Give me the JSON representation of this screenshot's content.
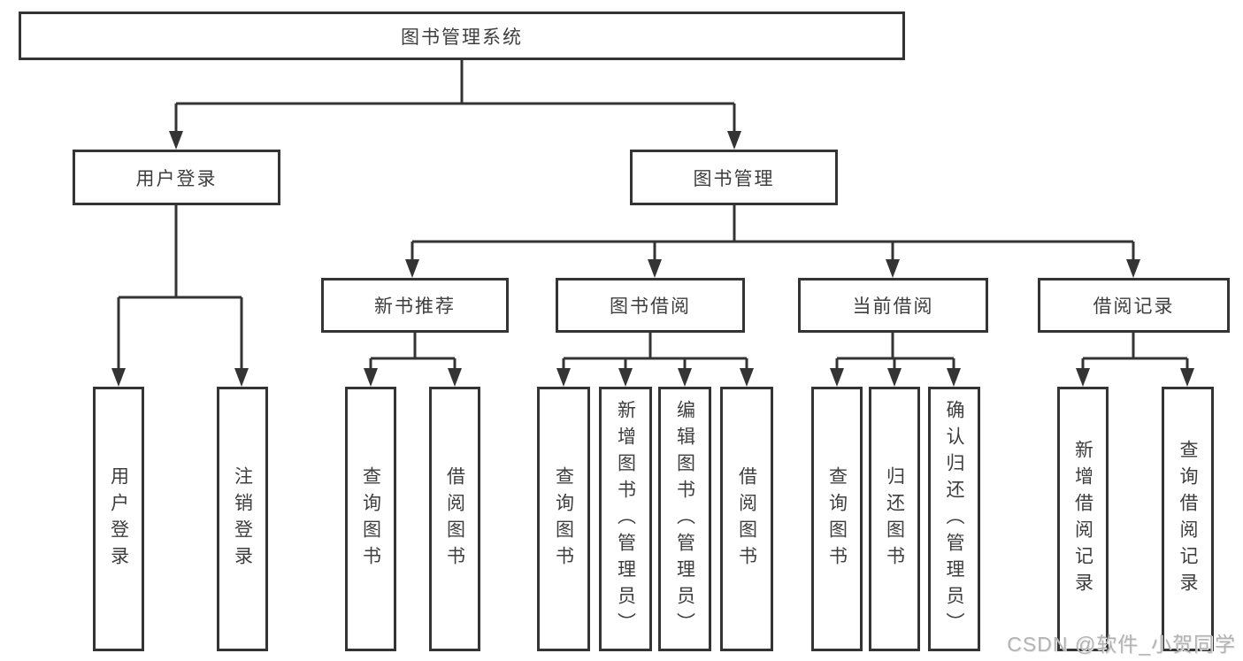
{
  "diagram_title": "图书管理系统",
  "colors": {
    "line": "#343434",
    "box_border": "#343434",
    "text": "#3e3e3e",
    "watermark": "#b3b3b3",
    "background": "#ffffff"
  },
  "watermark": {
    "text": "CSDN @软件_小贺同学"
  },
  "tree": {
    "root": {
      "label": "图书管理系统"
    },
    "branches": [
      {
        "label": "用户登录",
        "children": [
          "用户登录",
          "注销登录"
        ]
      },
      {
        "label": "图书管理",
        "children": [
          {
            "label": "新书推荐",
            "children": [
              "查询图书",
              "借阅图书"
            ]
          },
          {
            "label": "图书借阅",
            "children": [
              "查询图书",
              "新增图书（管理员）",
              "编辑图书（管理员）",
              "借阅图书"
            ]
          },
          {
            "label": "当前借阅",
            "children": [
              "查询图书",
              "归还图书",
              "确认归还（管理员）"
            ]
          },
          {
            "label": "借阅记录",
            "children": [
              "新增借阅记录",
              "查询借阅记录"
            ]
          }
        ]
      }
    ]
  }
}
